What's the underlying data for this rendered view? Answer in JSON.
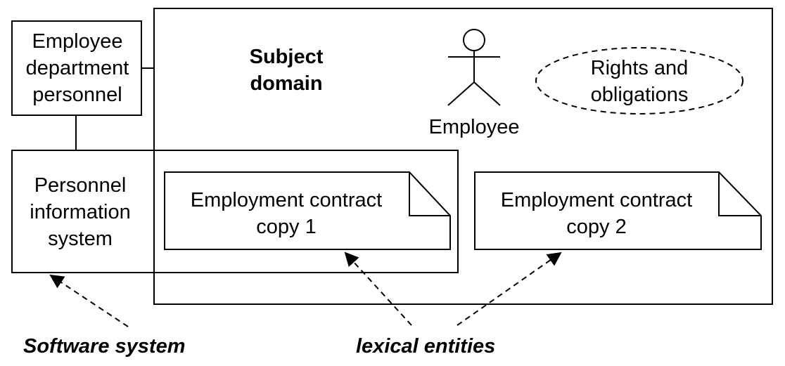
{
  "employee_department": {
    "line1": "Employee",
    "line2": "department",
    "line3": "personnel"
  },
  "subject_domain": {
    "line1": "Subject",
    "line2": "domain"
  },
  "actor": {
    "label": "Employee"
  },
  "rights": {
    "line1": "Rights and",
    "line2": "obligations"
  },
  "personnel_system": {
    "line1": "Personnel",
    "line2": "information",
    "line3": "system"
  },
  "contract1": {
    "line1": "Employment contract",
    "line2": "copy 1"
  },
  "contract2": {
    "line1": "Employment contract",
    "line2": "copy 2"
  },
  "captions": {
    "software": "Software system",
    "lexical": "lexical entities"
  }
}
